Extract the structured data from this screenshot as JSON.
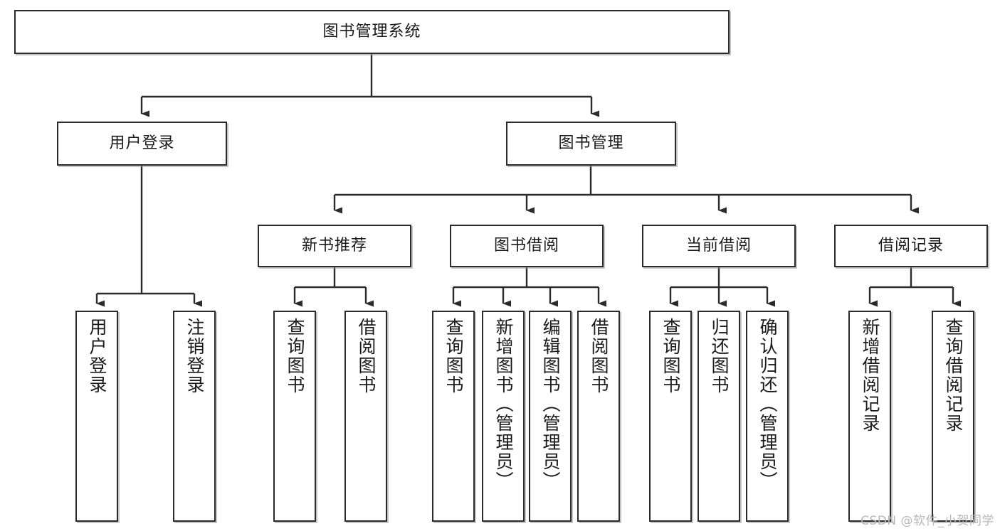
{
  "diagram": {
    "type": "tree-hierarchy-flowchart",
    "title": "图书管理系统",
    "levels": {
      "root": {
        "label": "图书管理系统"
      },
      "level2": [
        {
          "id": "user-login",
          "label": "用户登录"
        },
        {
          "id": "book-management",
          "label": "图书管理"
        }
      ],
      "level3": [
        {
          "id": "new-book-recommend",
          "label": "新书推荐"
        },
        {
          "id": "book-borrow",
          "label": "图书借阅"
        },
        {
          "id": "current-borrow",
          "label": "当前借阅"
        },
        {
          "id": "borrow-record",
          "label": "借阅记录"
        }
      ],
      "leaves": [
        {
          "id": "leaf-user-login",
          "parent": "user-login",
          "label": "用户登录"
        },
        {
          "id": "leaf-logout-login",
          "parent": "user-login",
          "label": "注销登录"
        },
        {
          "id": "leaf-query-book-1",
          "parent": "new-book-recommend",
          "label": "查询图书"
        },
        {
          "id": "leaf-borrow-book-1",
          "parent": "new-book-recommend",
          "label": "借阅图书"
        },
        {
          "id": "leaf-query-book-2",
          "parent": "book-borrow",
          "label": "查询图书"
        },
        {
          "id": "leaf-add-book",
          "parent": "book-borrow",
          "label": "新增图书（管理员）"
        },
        {
          "id": "leaf-edit-book",
          "parent": "book-borrow",
          "label": "编辑图书（管理员）"
        },
        {
          "id": "leaf-borrow-book-2",
          "parent": "book-borrow",
          "label": "借阅图书"
        },
        {
          "id": "leaf-query-book-3",
          "parent": "current-borrow",
          "label": "查询图书"
        },
        {
          "id": "leaf-return-book",
          "parent": "current-borrow",
          "label": "归还图书"
        },
        {
          "id": "leaf-confirm-return",
          "parent": "current-borrow",
          "label": "确认归还（管理员）"
        },
        {
          "id": "leaf-add-record",
          "parent": "borrow-record",
          "label": "新增借阅记录"
        },
        {
          "id": "leaf-query-record",
          "parent": "borrow-record",
          "label": "查询借阅记录"
        }
      ]
    },
    "style": {
      "box_border_color": "#2b2b2b",
      "box_fill_color": "#ffffff",
      "connector_color": "#2b2b2b",
      "text_color": "#1a1a1a",
      "background_color": "#ffffff"
    }
  },
  "watermark": {
    "text": "CSDN @软件_小贺同学"
  }
}
